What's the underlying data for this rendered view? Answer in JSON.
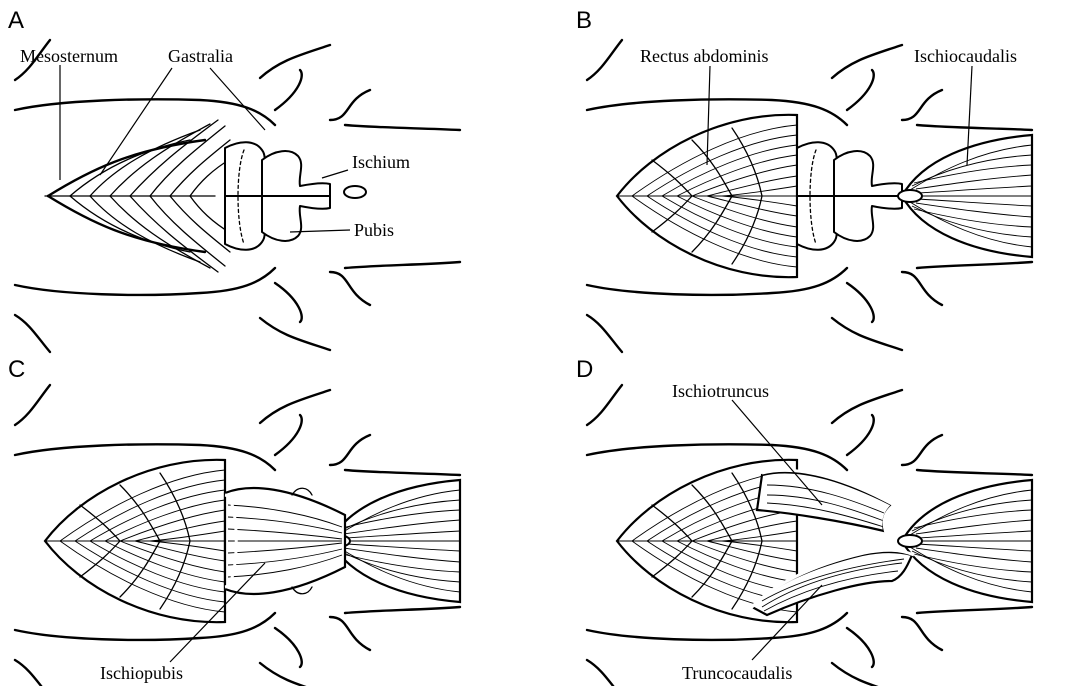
{
  "panels": [
    {
      "id": "A",
      "letter": "A",
      "labels": [
        "Mesosternum",
        "Gastralia",
        "Ischium",
        "Pubis"
      ]
    },
    {
      "id": "B",
      "letter": "B",
      "labels": [
        "Rectus abdominis",
        "Ischiocaudalis"
      ]
    },
    {
      "id": "C",
      "letter": "C",
      "labels": [
        "Ischiopubis"
      ]
    },
    {
      "id": "D",
      "letter": "D",
      "labels": [
        "Ischiotruncus",
        "Truncocaudalis"
      ]
    }
  ]
}
